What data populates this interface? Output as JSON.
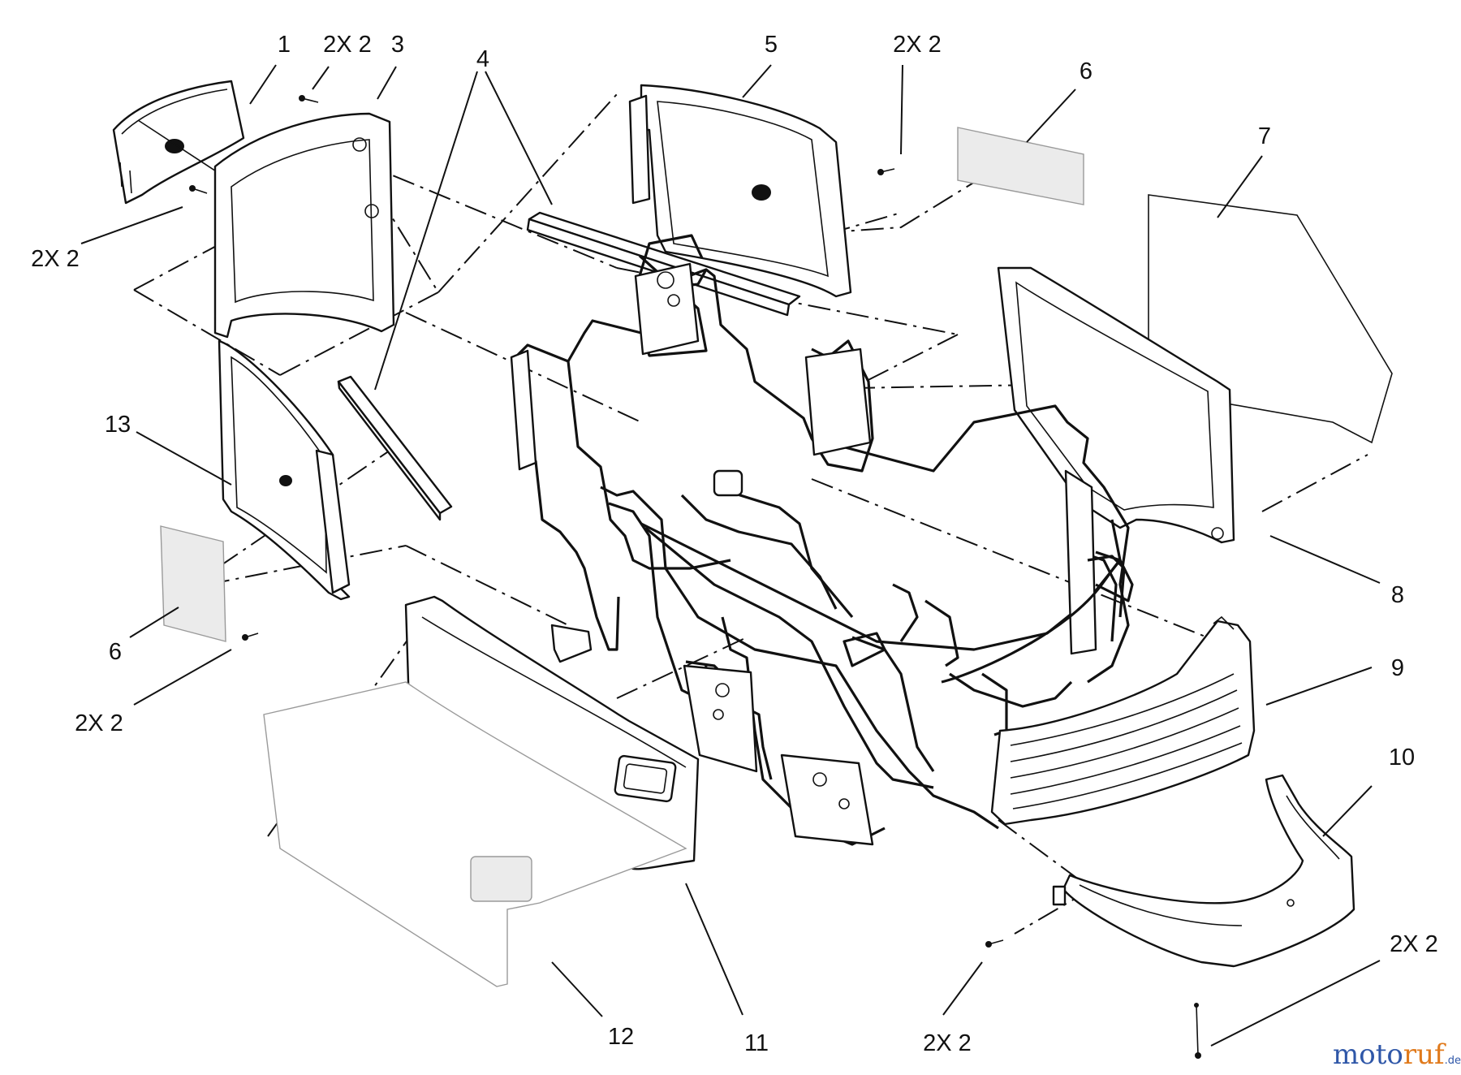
{
  "callouts": [
    {
      "id": "c1",
      "text": "1"
    },
    {
      "id": "c2x2a",
      "text": "2X 2"
    },
    {
      "id": "c3",
      "text": "3"
    },
    {
      "id": "c4",
      "text": "4"
    },
    {
      "id": "c5",
      "text": "5"
    },
    {
      "id": "c2x2b",
      "text": "2X 2"
    },
    {
      "id": "c6a",
      "text": "6"
    },
    {
      "id": "c7",
      "text": "7"
    },
    {
      "id": "c2x2c",
      "text": "2X 2"
    },
    {
      "id": "c13",
      "text": "13"
    },
    {
      "id": "c8",
      "text": "8"
    },
    {
      "id": "c9",
      "text": "9"
    },
    {
      "id": "c10",
      "text": "10"
    },
    {
      "id": "c6b",
      "text": "6"
    },
    {
      "id": "c2x2d",
      "text": "2X 2"
    },
    {
      "id": "c2x2e",
      "text": "2X 2"
    },
    {
      "id": "c12",
      "text": "12"
    },
    {
      "id": "c11",
      "text": "11"
    },
    {
      "id": "c2x2f",
      "text": "2X 2"
    }
  ],
  "watermark": {
    "brand_a": "moto",
    "brand_b": "ruf",
    "suffix": ".de"
  },
  "colors": {
    "ink": "#111111",
    "decal": "#ebebeb",
    "watermark_blue": "#2f57a8",
    "watermark_orange": "#e07a1c"
  }
}
